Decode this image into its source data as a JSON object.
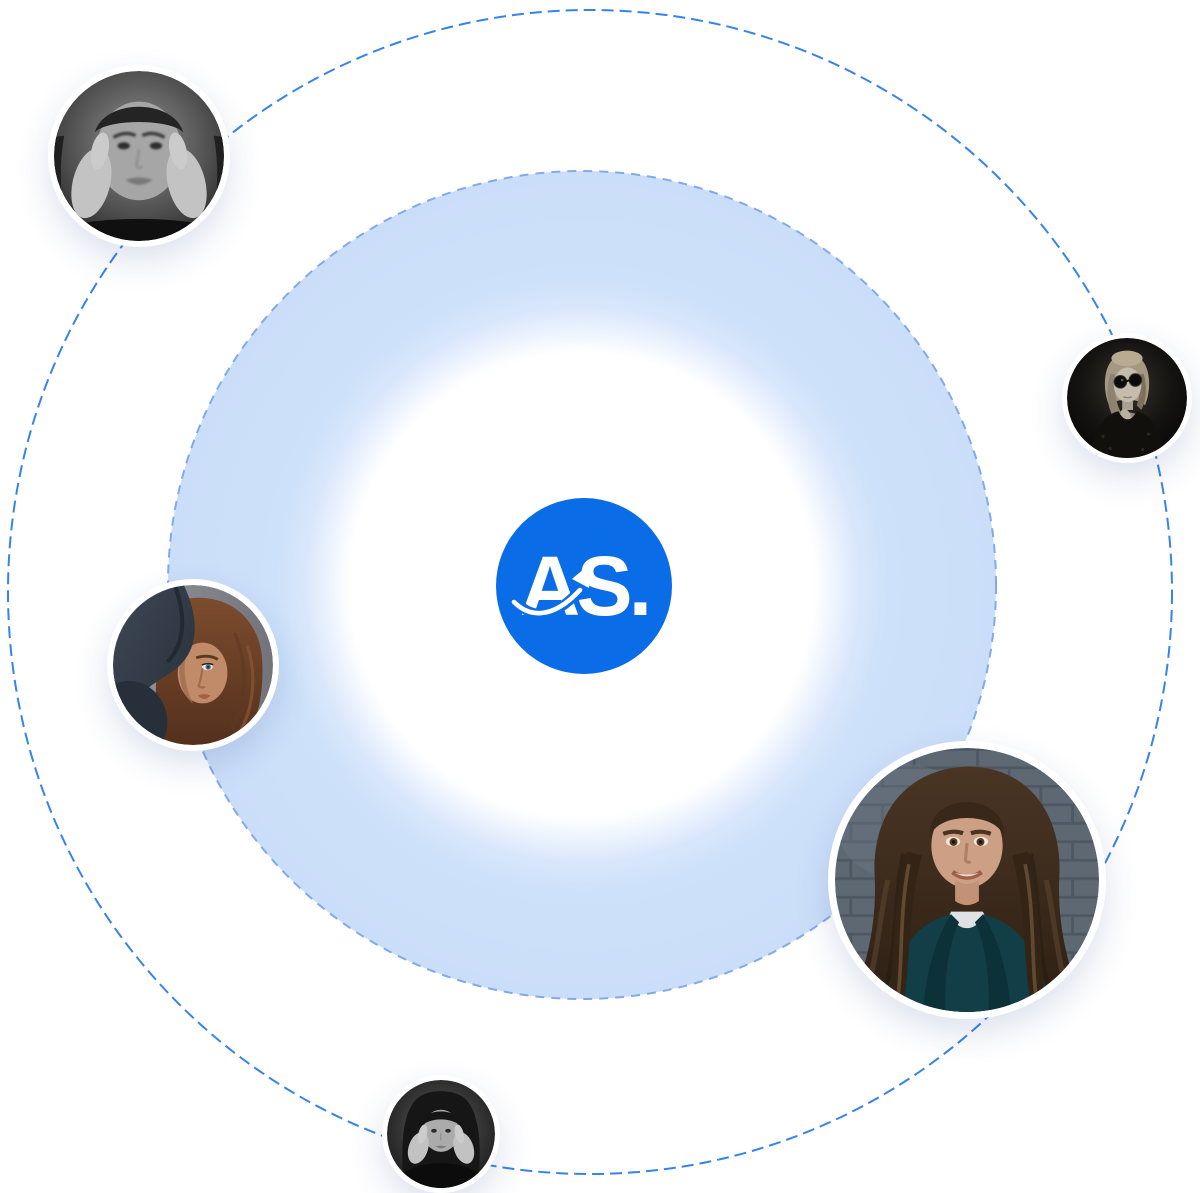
{
  "hero": {
    "logo": {
      "text": "AS."
    },
    "colors": {
      "background": "#ffffff",
      "logo_circle": "#0b6ce8",
      "logo_text": "#ffffff",
      "orbit_stroke": "#2b7ce9",
      "halo_fill_outer": "#c9ddf9",
      "halo_fill_inner": "#ffffff",
      "halo_stroke": "#7da7ea"
    },
    "avatars": [
      {
        "name": "avatar-woman-hands-on-face",
        "label": "Black and white portrait of a woman resting her face in her hands",
        "position": "top-left"
      },
      {
        "name": "avatar-woman-sunglasses",
        "label": "Black and white portrait of a blonde woman wearing sunglasses",
        "position": "right"
      },
      {
        "name": "avatar-woman-behind-chair",
        "label": "Portrait of a woman peeking from behind a dark chair",
        "position": "middle-left"
      },
      {
        "name": "avatar-woman-brick-wall",
        "label": "Portrait of a smiling long-haired woman in front of a brick wall",
        "position": "bottom-right"
      },
      {
        "name": "avatar-woman-hands-on-cheeks",
        "label": "Black and white portrait of a woman with bangs holding her cheeks",
        "position": "bottom-center"
      }
    ]
  }
}
